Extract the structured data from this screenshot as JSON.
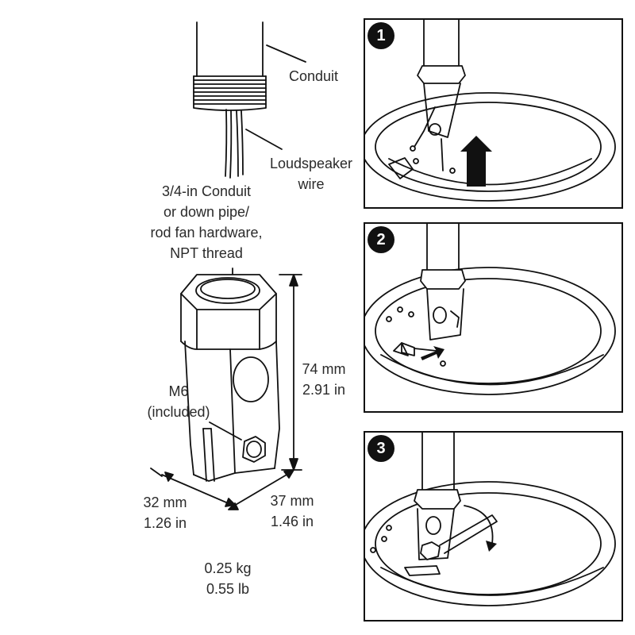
{
  "labels": {
    "conduit": "Conduit",
    "loudspeaker_wire": [
      "Loudspeaker",
      "wire"
    ],
    "conduit_spec": [
      "3/4-in Conduit",
      "or down pipe/",
      "rod fan hardware,",
      "NPT thread"
    ],
    "bolt": [
      "M6",
      "(included)"
    ],
    "height": [
      "74 mm",
      "2.91 in"
    ],
    "width": [
      "32 mm",
      "1.26 in"
    ],
    "depth": [
      "37 mm",
      "1.46 in"
    ],
    "weight": [
      "0.25 kg",
      "0.55 lb"
    ]
  },
  "steps": [
    {
      "number": "1"
    },
    {
      "number": "2"
    },
    {
      "number": "3"
    }
  ],
  "colors": {
    "line": "#111111",
    "text": "#2a2a2a",
    "fill": "#ffffff"
  }
}
